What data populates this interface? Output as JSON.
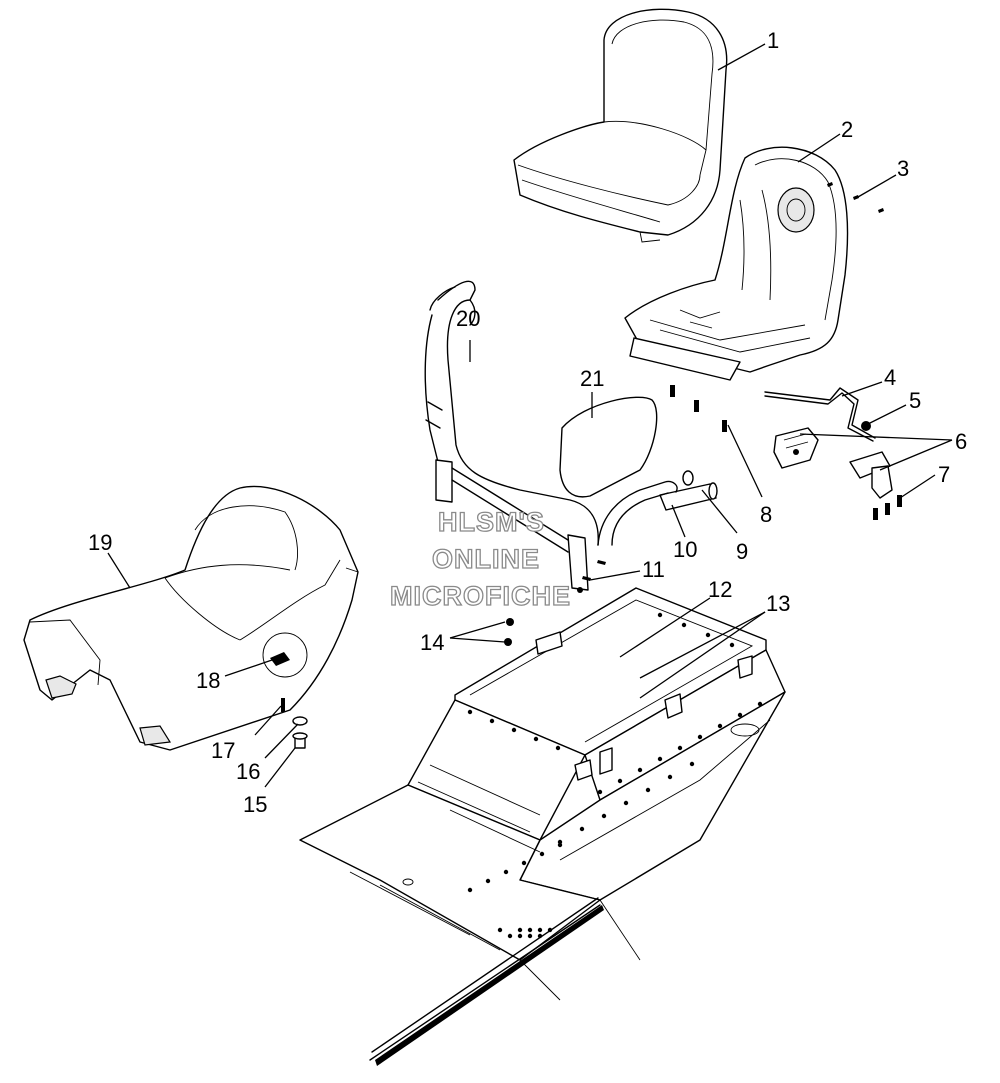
{
  "watermark": [
    "HLSM'S",
    "ONLINE",
    "MICROFICHE"
  ],
  "callouts": [
    "1",
    "2",
    "3",
    "4",
    "5",
    "6",
    "7",
    "8",
    "9",
    "10",
    "11",
    "12",
    "13",
    "14",
    "15",
    "16",
    "17",
    "18",
    "19",
    "20",
    "21"
  ]
}
